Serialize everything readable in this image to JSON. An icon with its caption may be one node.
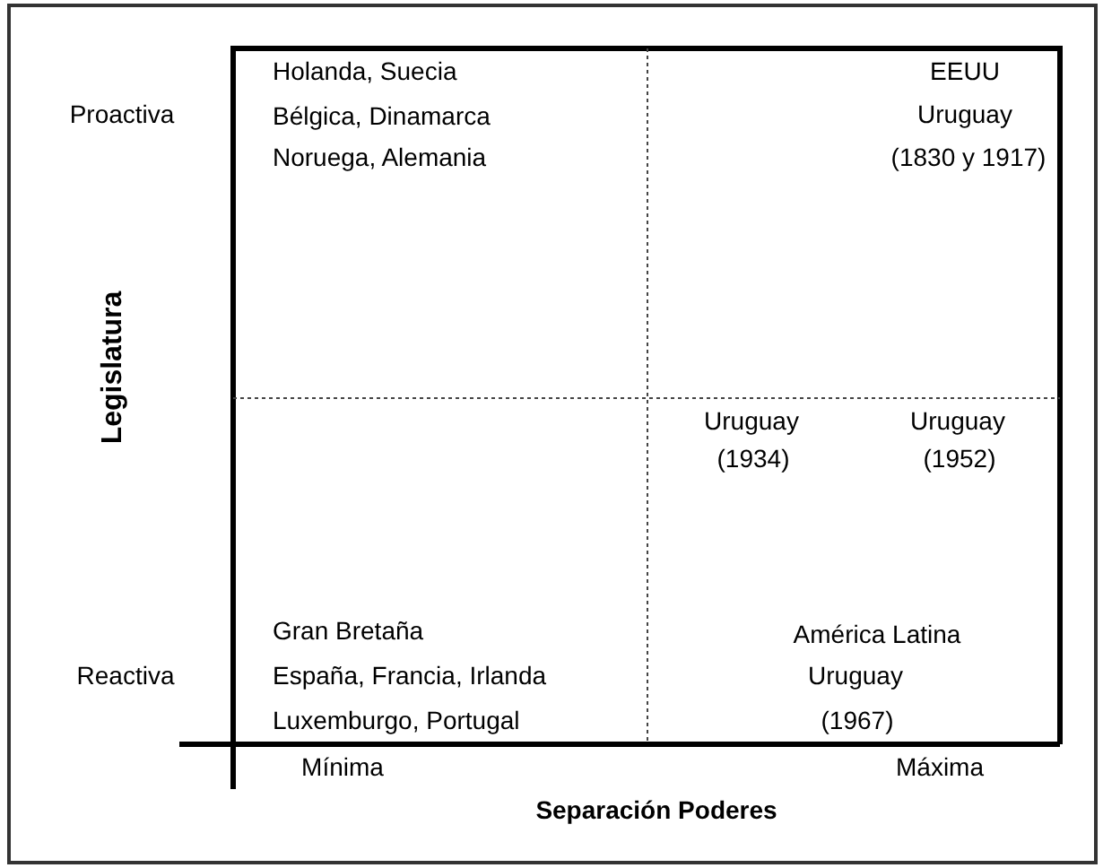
{
  "diagram": {
    "labels": [
      "Holanda, Suecia",
      "EEUU",
      "Proactiva",
      "Bélgica, Dinamarca",
      "Uruguay",
      "Noruega, Alemania",
      "(1830 y 1917)",
      "Legislatura",
      "Uruguay",
      "Uruguay",
      "(1934)",
      "(1952)",
      "Gran Bretaña",
      "América Latina",
      "Reactiva",
      "España, Francia, Irlanda",
      "Uruguay",
      "Luxemburgo, Portugal",
      "(1967)",
      "Mínima",
      "Máxima",
      "Separación Poderes"
    ]
  }
}
